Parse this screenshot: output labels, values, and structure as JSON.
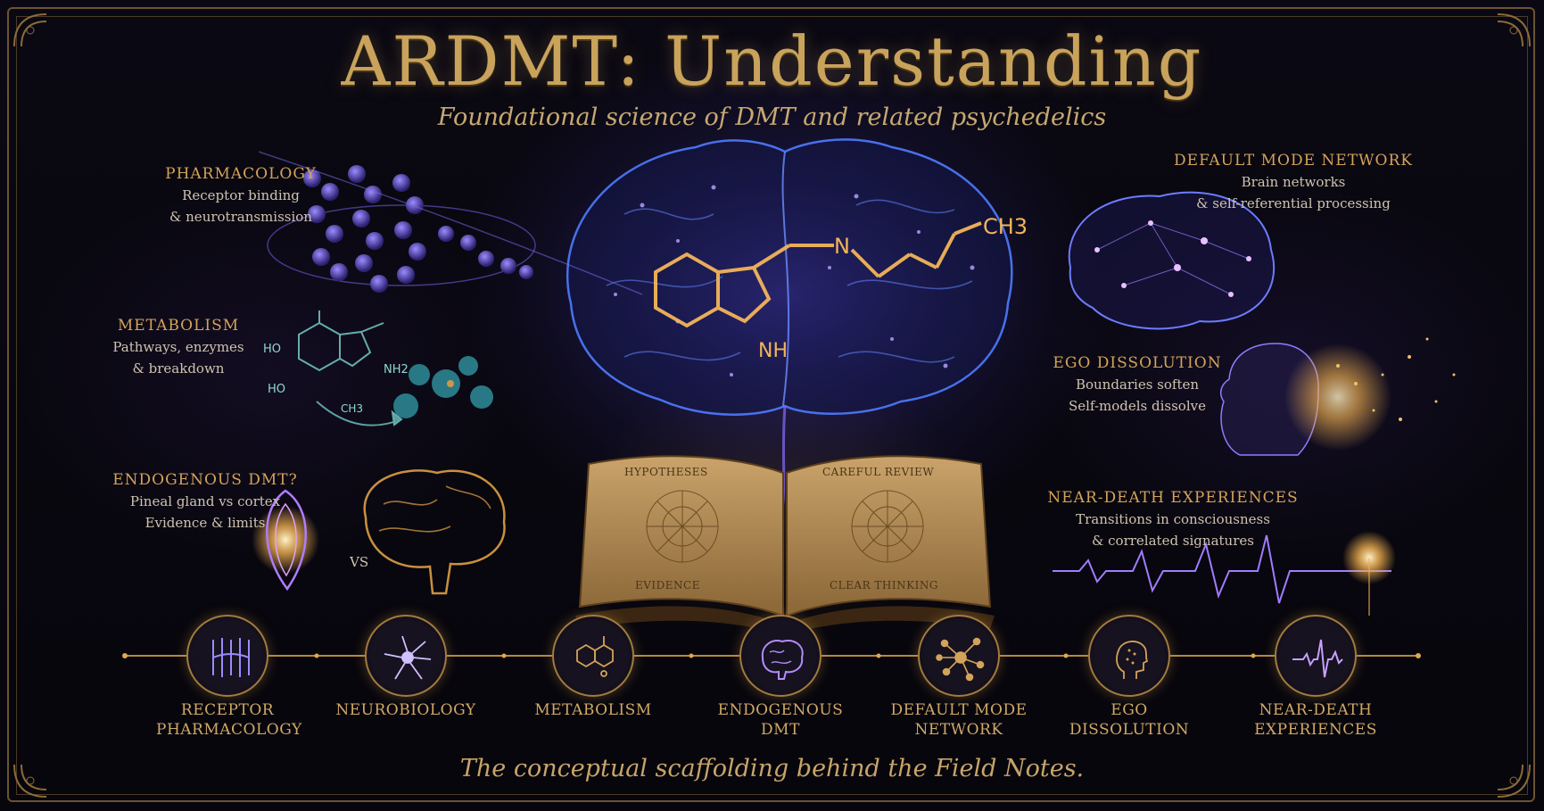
{
  "title": "ARDMT: Understanding",
  "subtitle": "Foundational science of DMT and related psychedelics",
  "callouts": {
    "pharmacology": {
      "heading": "PHARMACOLOGY",
      "line1": "Receptor binding",
      "line2": "& neurotransmission"
    },
    "metabolism": {
      "heading": "METABOLISM",
      "line1": "Pathways, enzymes",
      "line2": "& breakdown"
    },
    "endogenous": {
      "heading": "ENDOGENOUS DMT?",
      "line1": "Pineal gland vs cortex",
      "line2": "Evidence & limits"
    },
    "dmn": {
      "heading": "DEFAULT MODE NETWORK",
      "line1": "Brain networks",
      "line2": "& self-referential processing"
    },
    "ego": {
      "heading": "EGO DISSOLUTION",
      "line1": "Boundaries soften",
      "line2": "Self-models dissolve"
    },
    "nde": {
      "heading": "NEAR-DEATH EXPERIENCES",
      "line1": "Transitions in consciousness",
      "line2": "& correlated signatures"
    }
  },
  "vs_label": "VS",
  "molecule": {
    "ch3": "CH3",
    "n_top": "N",
    "nh": "NH",
    "ho1": "HO",
    "ho2": "HO",
    "nh2": "NH2",
    "ch3b": "CH3"
  },
  "book": {
    "tl": "HYPOTHESES",
    "tr": "CAREFUL REVIEW",
    "bl": "EVIDENCE",
    "br": "CLEAR THINKING"
  },
  "timeline": [
    {
      "line1": "RECEPTOR",
      "line2": "PHARMACOLOGY",
      "icon": "receptor-icon"
    },
    {
      "line1": "NEUROBIOLOGY",
      "line2": "",
      "icon": "neuron-icon"
    },
    {
      "line1": "METABOLISM",
      "line2": "",
      "icon": "molecule-icon"
    },
    {
      "line1": "ENDOGENOUS",
      "line2": "DMT",
      "icon": "brain-icon"
    },
    {
      "line1": "DEFAULT MODE",
      "line2": "NETWORK",
      "icon": "network-icon"
    },
    {
      "line1": "EGO",
      "line2": "DISSOLUTION",
      "icon": "head-icon"
    },
    {
      "line1": "NEAR-DEATH",
      "line2": "EXPERIENCES",
      "icon": "waveform-icon"
    }
  ],
  "footer": "The conceptual scaffolding behind the Field Notes.",
  "colors": {
    "gold": "#c9a35c",
    "violet": "#8a5cff",
    "blue": "#3b5bd6",
    "background": "#07060d"
  }
}
